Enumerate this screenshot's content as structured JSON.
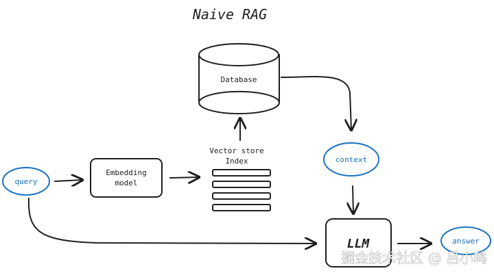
{
  "title": "Naive RAG",
  "nodes": {
    "database": "Database",
    "vector_store_line1": "Vector store",
    "vector_store_line2": "Index",
    "embedding_line1": "Embedding",
    "embedding_line2": "model",
    "query": "query",
    "context": "context",
    "llm": "LLM",
    "answer": "answer"
  },
  "watermark": "掘金技术社区 @ 吕小鸣",
  "colors": {
    "stroke": "#1e1e1e",
    "accent_blue": "#1971c2",
    "background": "#ffffff"
  }
}
